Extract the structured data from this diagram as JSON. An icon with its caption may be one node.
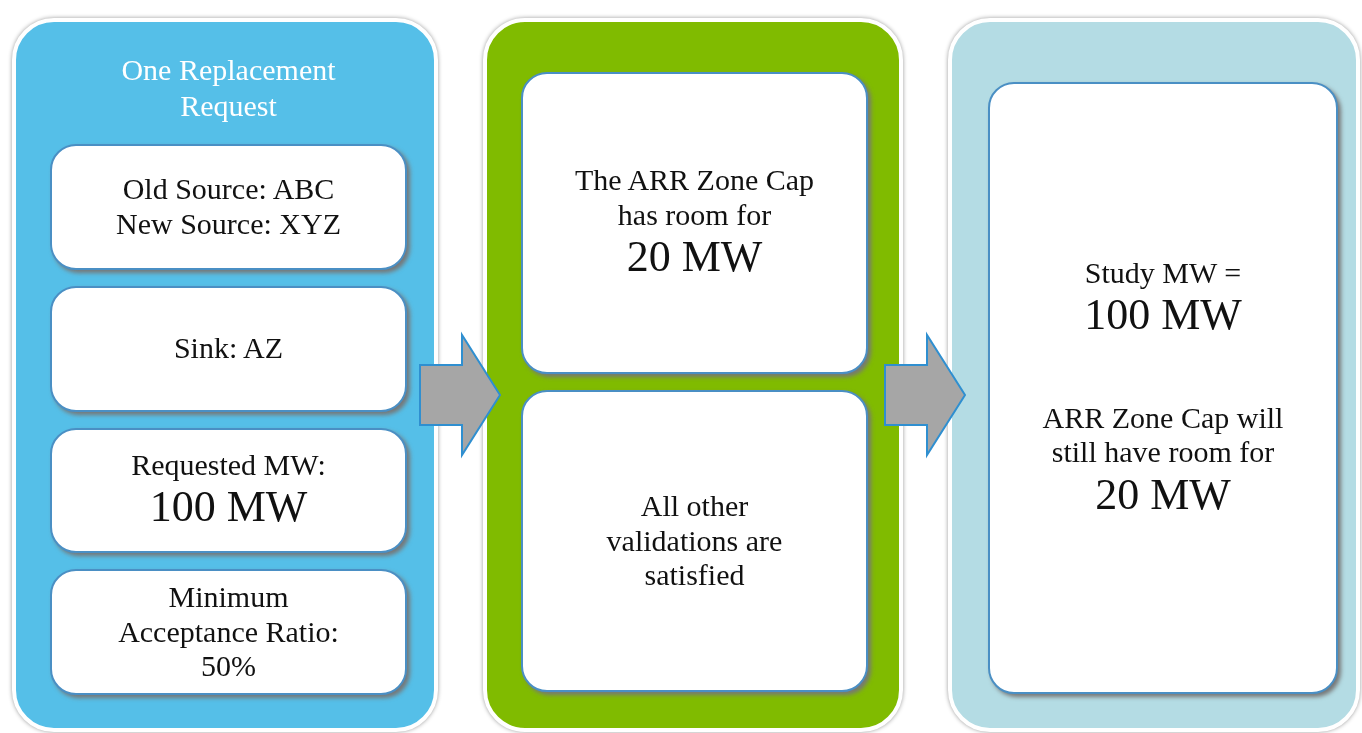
{
  "diagram": {
    "nodes": [
      {
        "text": [
          "One Replacement Request"
        ]
      },
      {
        "text": [
          "Old Source: ABC",
          "New Source:  XYZ"
        ],
        "in": 0
      },
      {
        "text": [
          "Sink:  AZ"
        ],
        "in": 0
      },
      {
        "text": [
          "Requested MW:",
          "100 MW"
        ],
        "in": 0
      },
      {
        "text": [
          "Minimum Acceptance Ratio: 50%"
        ],
        "in": 0
      },
      {
        "text": [],
        "shape": "box"
      },
      {
        "text": [
          "The ARR Zone Cap has room for",
          "20 MW"
        ],
        "in": 5
      },
      {
        "text": [
          "All other validations are satisfied"
        ],
        "in": 5
      },
      {
        "text": [],
        "shape": "box"
      },
      {
        "text": [
          "Study MW =",
          "100 MW",
          "ARR Zone Cap will still have room for",
          "20 MW"
        ],
        "in": 8
      }
    ],
    "edges": [
      {
        "from": 0,
        "to": 5,
        "arrow": "to"
      },
      {
        "from": 5,
        "to": 8,
        "arrow": "to"
      }
    ]
  }
}
